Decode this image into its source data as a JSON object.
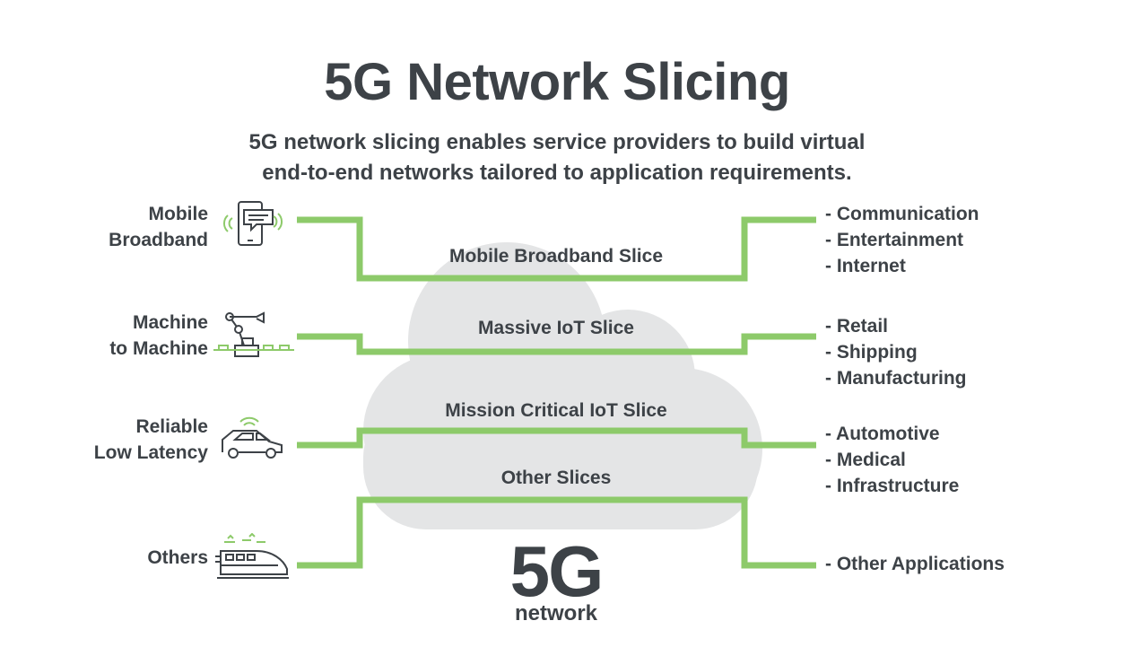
{
  "title": "5G Network Slicing",
  "subtitle": {
    "line1": "5G network slicing enables service providers to build virtual",
    "line2": "end-to-end networks tailored to application requirements."
  },
  "colors": {
    "line": "#8dca6a",
    "cloud": "#e4e5e6",
    "text": "#3d4247"
  },
  "rows": [
    {
      "label_lines": [
        "Mobile",
        "Broadband"
      ],
      "icon": "smartphone-chat-icon",
      "slice": "Mobile Broadband Slice",
      "applications": [
        "- Communication",
        "- Entertainment",
        "- Internet"
      ]
    },
    {
      "label_lines": [
        "Machine",
        "to Machine"
      ],
      "icon": "robotic-arm-icon",
      "slice": "Massive IoT Slice",
      "applications": [
        "- Retail",
        "- Shipping",
        "- Manufacturing"
      ]
    },
    {
      "label_lines": [
        "Reliable",
        "Low Latency"
      ],
      "icon": "connected-car-icon",
      "slice": "Mission Critical IoT Slice",
      "applications": [
        "- Automotive",
        "- Medical",
        "- Infrastructure"
      ]
    },
    {
      "label_lines": [
        "Others"
      ],
      "icon": "high-speed-train-icon",
      "slice": "Other Slices",
      "applications": [
        "- Other Applications"
      ]
    }
  ],
  "logo": {
    "big": "5G",
    "small": "network"
  }
}
